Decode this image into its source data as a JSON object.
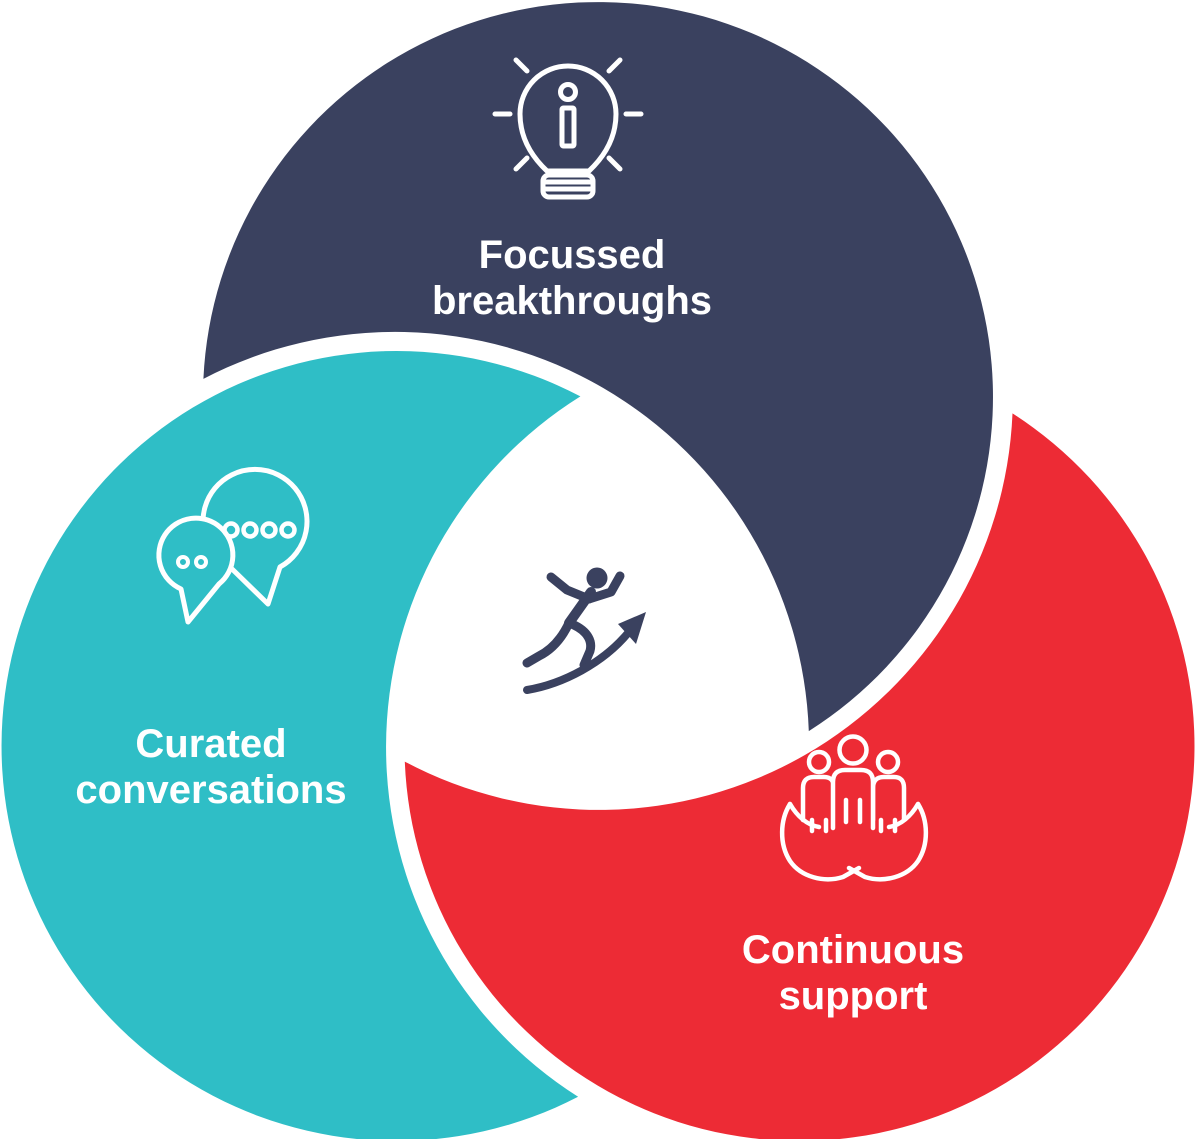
{
  "colors": {
    "background": "#FFFFFF",
    "navy": "#3A415F",
    "teal": "#2FBEC6",
    "red": "#ED2B35",
    "icon_stroke": "#FFFFFF",
    "label_text": "#FFFFFF"
  },
  "segments": {
    "top": {
      "line1": "Focussed",
      "line2": "breakthroughs",
      "color": "#3A415F",
      "icon": "lightbulb-idea-icon"
    },
    "left": {
      "line1": "Curated",
      "line2": "conversations",
      "color": "#2FBEC6",
      "icon": "speech-bubbles-icon"
    },
    "right": {
      "line1": "Continuous",
      "line2": "support",
      "color": "#ED2B35",
      "icon": "hands-holding-team-icon"
    }
  },
  "center": {
    "icon": "runner-growth-arrow-icon",
    "color": "#3A415F"
  }
}
